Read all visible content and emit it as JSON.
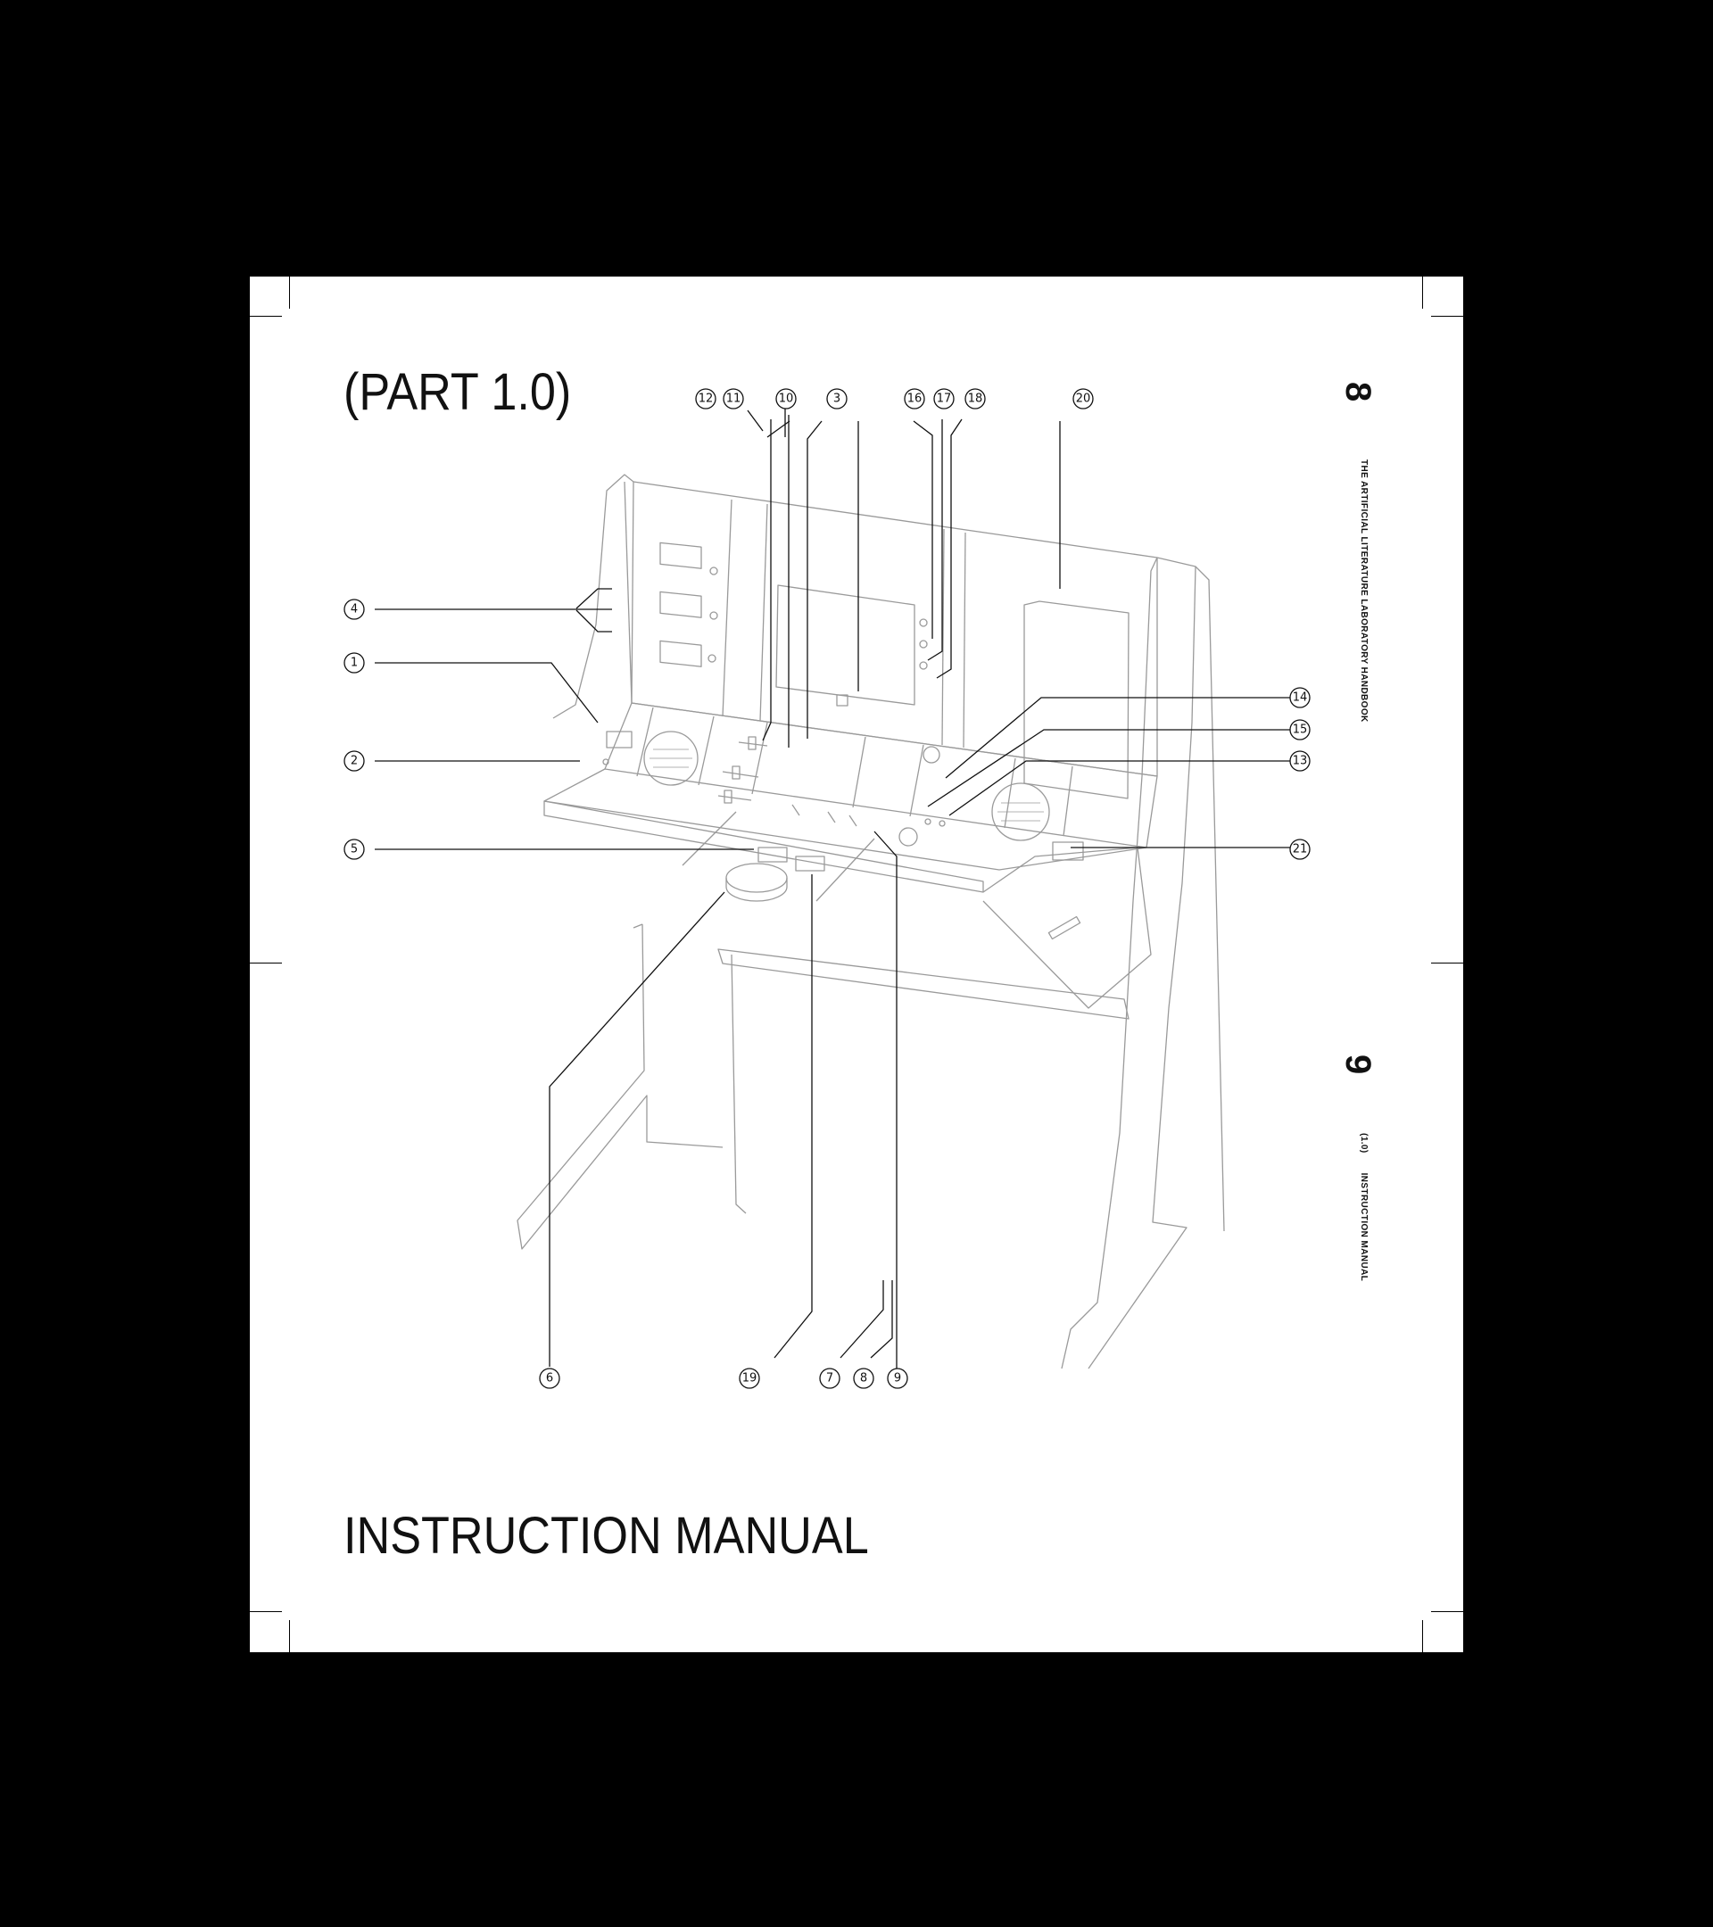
{
  "header": {
    "part_title": "(PART 1.0)"
  },
  "footer": {
    "manual_title": "INSTRUCTION MANUAL"
  },
  "margin": {
    "page_left": "8",
    "page_right": "9",
    "running_title": "THE ARTIFICIAL LITERATURE LABORATORY HANDBOOK",
    "section_number": "(1.0)",
    "section_title": "INSTRUCTION MANUAL"
  },
  "diagram": {
    "callouts": [
      "1",
      "2",
      "3",
      "4",
      "5",
      "6",
      "7",
      "8",
      "9",
      "10",
      "11",
      "12",
      "13",
      "14",
      "15",
      "16",
      "17",
      "18",
      "19",
      "20",
      "21"
    ]
  },
  "colors": {
    "background": "#000000",
    "page": "#ffffff",
    "ink": "#111111",
    "drawing": "#9a9a9a"
  }
}
